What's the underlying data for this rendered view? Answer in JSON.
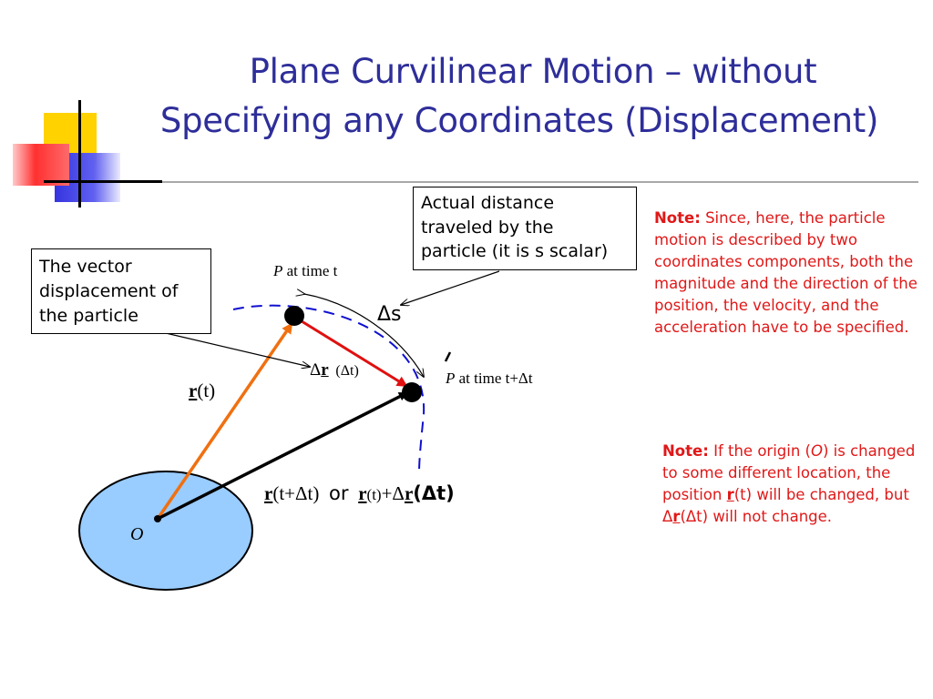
{
  "slide": {
    "title_line1": "Plane Curvilinear Motion – without",
    "title_line2": "Specifying any Coordinates (Displacement)"
  },
  "boxes": {
    "distance": {
      "line1": "Actual distance",
      "line2": "traveled by the",
      "line3": "particle (it is s scalar)"
    },
    "displacement": {
      "line1": "The vector",
      "line2": "displacement of",
      "line3": "the particle"
    }
  },
  "diagram": {
    "p_label": "P",
    "at_time_t": " at time t",
    "at_time_tdt": " at time t+Δt",
    "delta_s": "Δs",
    "origin": "O",
    "r": "r",
    "t_arg": "(t)",
    "delta": "Δ",
    "dt_arg": "(Δt)",
    "tdt_arg": "(t+Δt)",
    "or": "or",
    "plus_delta": "+Δ",
    "dt_bold": "(Δt)",
    "colors": {
      "title": "#2e2e9a",
      "note": "#e01818",
      "origin_fill": "#99ccff",
      "orange_vector": "#f07010",
      "red_vector": "#e01010",
      "path_dash": "#1010d0"
    }
  },
  "notes": {
    "note1": {
      "label": "Note:",
      "text": " Since, here, the particle motion is described by two coordinates components, both the magnitude and the direction of the position, the velocity, and the acceleration have to be specified."
    },
    "note2": {
      "label": "Note:",
      "text_a": " If the origin (",
      "o": "O",
      "text_b": ") is changed to some different location, the position ",
      "r": "r",
      "text_c": "(t) will be changed, but Δ",
      "r2": "r",
      "text_d": "(Δt) will not change."
    }
  }
}
